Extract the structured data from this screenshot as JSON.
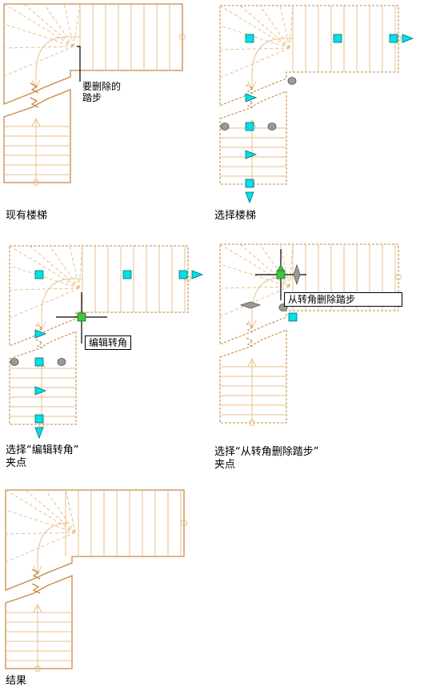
{
  "colors": {
    "stair": "#c58a45",
    "stair_light": "#e8bf8c",
    "grip": "#00e0e8",
    "grip_active": "#3cc83c",
    "grip_secondary": "#9a9a9a"
  },
  "panels": [
    {
      "id": "existing",
      "caption": "现有楼梯",
      "annotation": "要删除的\n踏步",
      "annotation_style": "leader"
    },
    {
      "id": "select",
      "caption": "选择楼梯"
    },
    {
      "id": "edit-landing",
      "caption": "选择“编辑转角”\n夹点",
      "annotation": "编辑转角",
      "annotation_style": "box"
    },
    {
      "id": "remove-step",
      "caption": "选择“从转角删除踏步”\n夹点",
      "annotation": "从转角删除踏步",
      "annotation_style": "box"
    },
    {
      "id": "result",
      "caption": "结果"
    }
  ]
}
